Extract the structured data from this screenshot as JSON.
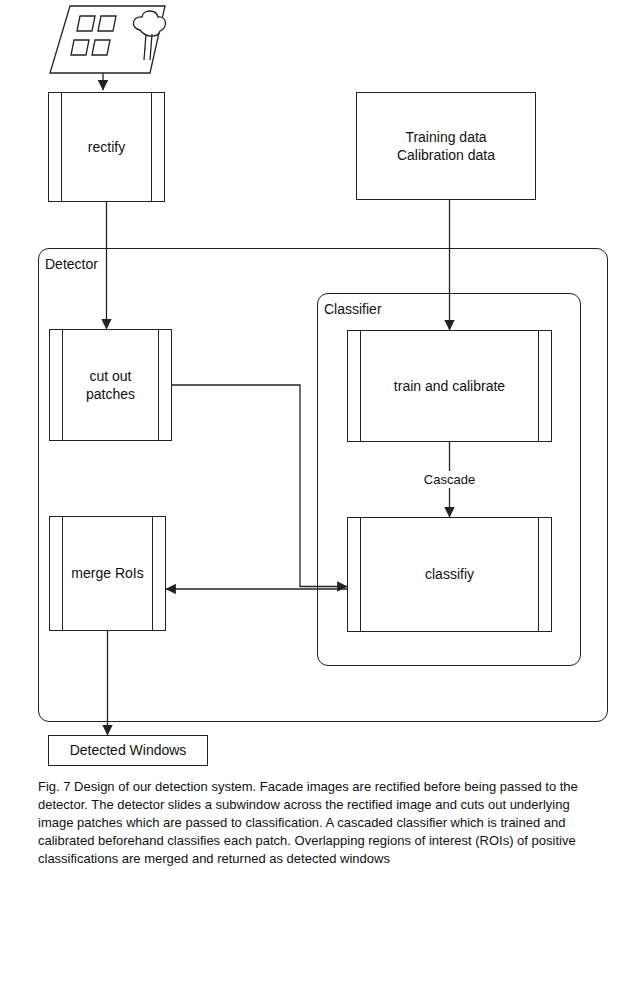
{
  "diagram": {
    "caption": "Fig. 7 Design of our detection system. Facade images are rectified before being passed to the detector. The detector slides a subwindow across the rectified image and cuts out underlying image patches which are passed to classification. A cascaded classifier which is trained and calibrated beforehand classifies each patch. Overlapping regions of interest (ROIs) of positive classifications are merged and returned as detected windows",
    "nodes": [
      {
        "text": [
          "rectify"
        ]
      },
      {
        "text": [
          "Training data Calibration data"
        ]
      },
      {
        "text": [
          "Detector"
        ]
      },
      {
        "text": [
          "cut out patches"
        ],
        "in": 2
      },
      {
        "text": [
          "Classifier"
        ],
        "in": 2
      },
      {
        "text": [
          "train and calibrate"
        ],
        "in": 4
      },
      {
        "text": [
          "classifiy"
        ],
        "in": 4
      },
      {
        "text": [
          "merge RoIs"
        ],
        "in": 2
      },
      {
        "text": [
          "Detected Windows"
        ]
      }
    ],
    "edges": [
      {
        "from": 0,
        "to": 3,
        "arrow": "to"
      },
      {
        "from": 1,
        "to": 5,
        "arrow": "to"
      },
      {
        "from": 5,
        "to": 6,
        "label": "Cascade",
        "arrow": "to"
      },
      {
        "from": 3,
        "to": 6,
        "arrow": "to"
      },
      {
        "from": 6,
        "to": 7,
        "arrow": "to"
      },
      {
        "from": 7,
        "to": 8,
        "arrow": "to"
      }
    ]
  }
}
